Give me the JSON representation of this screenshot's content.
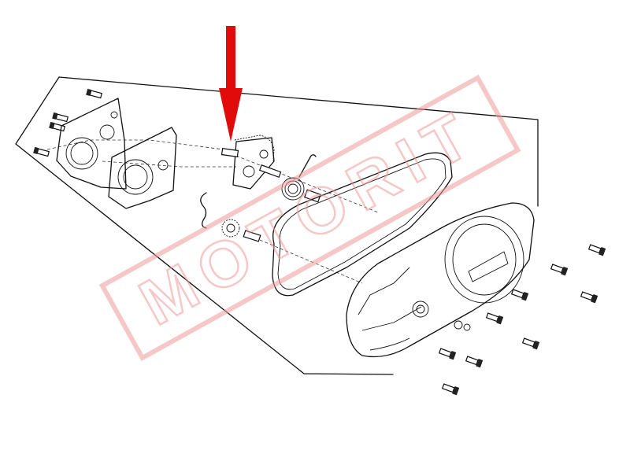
{
  "diagram": {
    "watermark_text": "MOTORIT",
    "colors": {
      "arrow": "#e20b0b",
      "watermark": "#ef9a9a",
      "line": "#111111",
      "background": "#ffffff"
    },
    "parts": [
      "bolt",
      "back-plate",
      "gasket-plate",
      "kick-gear",
      "kick-spring",
      "kick-shaft-bushing",
      "clip",
      "pinion-gear",
      "pin",
      "cover-gasket",
      "crankcase-cover",
      "cover-bolt",
      "washer"
    ]
  }
}
